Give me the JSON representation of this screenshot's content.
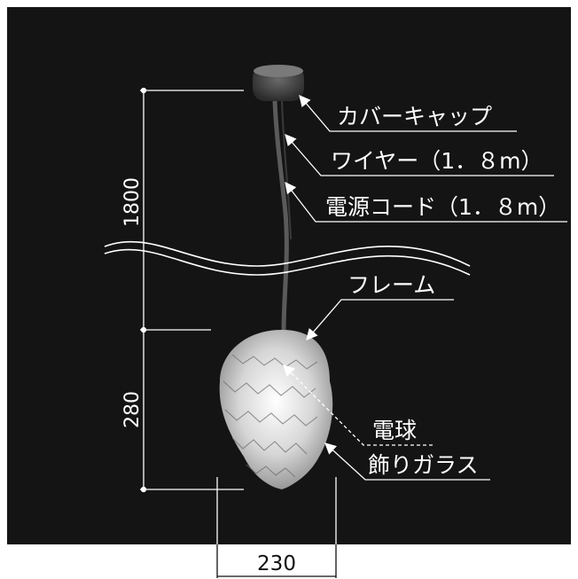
{
  "diagram": {
    "parts": {
      "canopy": "カバーキャップ",
      "wire": "ワイヤー（1．８m）",
      "cord": "電源コード（1．８m）",
      "frame": "フレーム",
      "bulb": "電球",
      "glass": "飾りガラス"
    },
    "dimensions": {
      "suspension": "1800",
      "shade_height": "280",
      "shade_width": "230"
    },
    "colors": {
      "background": "#141414",
      "line": "#ffffff",
      "text_outside": "#111111"
    }
  }
}
